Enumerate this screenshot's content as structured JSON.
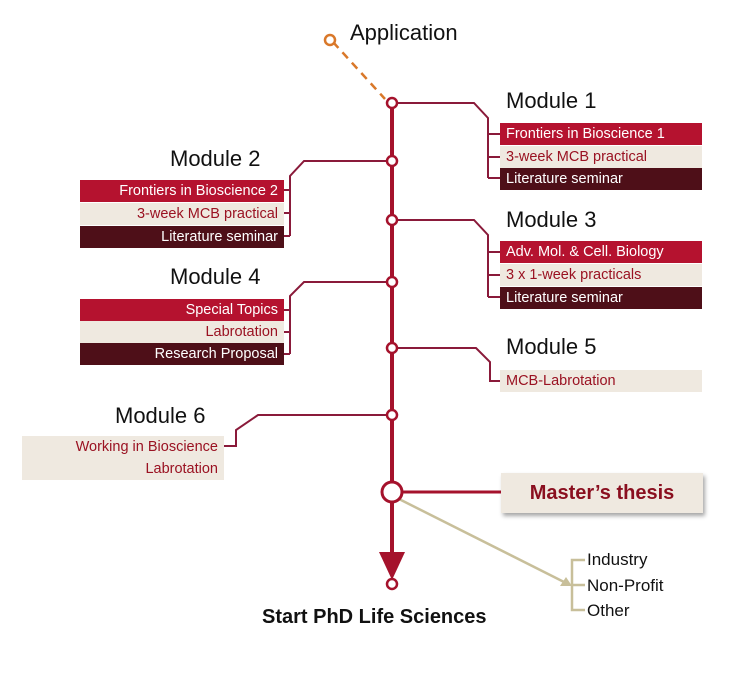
{
  "application": "Application",
  "modules": {
    "m1": {
      "title": "Module 1",
      "items": [
        "Frontiers in Bioscience 1",
        "3-week MCB practical",
        "Literature seminar"
      ]
    },
    "m2": {
      "title": "Module 2",
      "items": [
        "Frontiers in Bioscience 2",
        "3-week MCB practical",
        "Literature seminar"
      ]
    },
    "m3": {
      "title": "Module 3",
      "items": [
        "Adv. Mol. & Cell. Biology",
        "3 x 1-week practicals",
        "Literature seminar"
      ]
    },
    "m4": {
      "title": "Module 4",
      "items": [
        "Special Topics",
        "Labrotation",
        "Research Proposal"
      ]
    },
    "m5": {
      "title": "Module 5",
      "items": [
        "MCB-Labrotation"
      ]
    },
    "m6": {
      "title": "Module 6",
      "items": [
        "Working in Bioscience",
        "Labrotation"
      ]
    }
  },
  "thesis": "Master’s thesis",
  "phd": "Start PhD Life Sciences",
  "outcomes": [
    "Industry",
    "Non-Profit",
    "Other"
  ],
  "colors": {
    "spine": "#a5122c",
    "red": "#b5122f",
    "cream": "#efe9e0",
    "dark": "#4e0f18",
    "accent": "#d9782a",
    "outcome_line": "#c8bf9a"
  }
}
